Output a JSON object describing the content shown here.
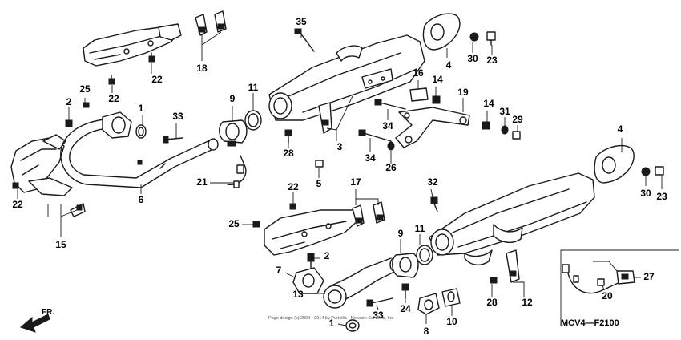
{
  "diagram_code": "MCV4—F2100",
  "copyright": "Page design (c) 2004 - 2014 by Partzilla - Network Services, Inc.",
  "front_label": "FR.",
  "callouts": [
    {
      "id": "c35",
      "label": "35"
    },
    {
      "id": "c4a",
      "label": "4"
    },
    {
      "id": "c30a",
      "label": "30"
    },
    {
      "id": "c23a",
      "label": "23"
    },
    {
      "id": "c18",
      "label": "18"
    },
    {
      "id": "c22a",
      "label": "22"
    },
    {
      "id": "c22b",
      "label": "22"
    },
    {
      "id": "c25a",
      "label": "25"
    },
    {
      "id": "c2a",
      "label": "2"
    },
    {
      "id": "c1a",
      "label": "1"
    },
    {
      "id": "c33a",
      "label": "33"
    },
    {
      "id": "c9a",
      "label": "9"
    },
    {
      "id": "c11a",
      "label": "11"
    },
    {
      "id": "c16",
      "label": "16"
    },
    {
      "id": "c14a",
      "label": "14"
    },
    {
      "id": "c19",
      "label": "19"
    },
    {
      "id": "c14b",
      "label": "14"
    },
    {
      "id": "c31",
      "label": "31"
    },
    {
      "id": "c29",
      "label": "29"
    },
    {
      "id": "c34a",
      "label": "34"
    },
    {
      "id": "c34b",
      "label": "34"
    },
    {
      "id": "c26",
      "label": "26"
    },
    {
      "id": "c3",
      "label": "3"
    },
    {
      "id": "c28a",
      "label": "28"
    },
    {
      "id": "c5",
      "label": "5"
    },
    {
      "id": "c6",
      "label": "6"
    },
    {
      "id": "c21",
      "label": "21"
    },
    {
      "id": "c22c",
      "label": "22"
    },
    {
      "id": "c15",
      "label": "15"
    },
    {
      "id": "c4b",
      "label": "4"
    },
    {
      "id": "c30b",
      "label": "30"
    },
    {
      "id": "c23b",
      "label": "23"
    },
    {
      "id": "c32",
      "label": "32"
    },
    {
      "id": "c22d",
      "label": "22"
    },
    {
      "id": "c17",
      "label": "17"
    },
    {
      "id": "c25b",
      "label": "25"
    },
    {
      "id": "c2b",
      "label": "2"
    },
    {
      "id": "c7",
      "label": "7"
    },
    {
      "id": "c9b",
      "label": "9"
    },
    {
      "id": "c11b",
      "label": "11"
    },
    {
      "id": "c13",
      "label": "13"
    },
    {
      "id": "c33b",
      "label": "33"
    },
    {
      "id": "c1b",
      "label": "1"
    },
    {
      "id": "c24",
      "label": "24"
    },
    {
      "id": "c8",
      "label": "8"
    },
    {
      "id": "c10",
      "label": "10"
    },
    {
      "id": "c28b",
      "label": "28"
    },
    {
      "id": "c12",
      "label": "12"
    },
    {
      "id": "c27",
      "label": "27"
    },
    {
      "id": "c20",
      "label": "20"
    }
  ]
}
